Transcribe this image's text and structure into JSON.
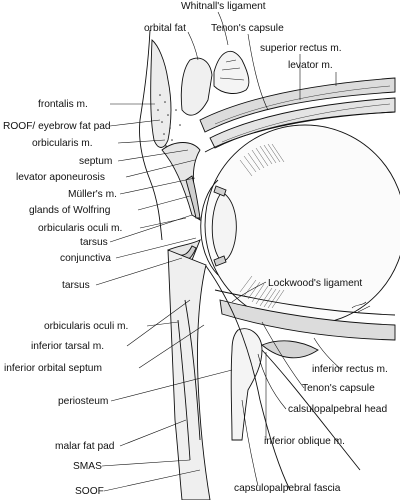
{
  "labels": {
    "whitnalls_ligament": "Whitnall's ligament",
    "orbital_fat": "orbital fat",
    "tenons_capsule_top": "Tenon's capsule",
    "superior_rectus": "superior rectus m.",
    "levator": "levator m.",
    "frontalis": "frontalis m.",
    "roof_eyebrow_fat_pad": "ROOF/ eyebrow fat pad",
    "orbicularis": "orbicularis m.",
    "septum": "septum",
    "levator_aponeurosis": "levator aponeurosis",
    "mullers": "Müller's m.",
    "glands_of_wolfring": "glands of Wolfring",
    "orbicularis_oculi_upper": "orbicularis oculi m.",
    "tarsus_upper": "tarsus",
    "conjunctiva": "conjunctiva",
    "tarsus_lower": "tarsus",
    "lockwoods_ligament": "Lockwood's ligament",
    "orbicularis_oculi_lower": "orbicularis oculi m.",
    "inferior_tarsal": "inferior tarsal m.",
    "inferior_orbital_septum": "inferior orbital septum",
    "periosteum": "periosteum",
    "inferior_rectus": "inferior rectus m.",
    "tenons_capsule_bottom": "Tenon's capsule",
    "capsulopalpebral_head": "calsulopalpebral head",
    "malar_fat_pad": "malar fat pad",
    "inferior_oblique": "inferior oblique m.",
    "smas": "SMAS",
    "capsulopalpebral_fascia": "capsulopalpebral fascia",
    "soof": "SOOF"
  },
  "colors": {
    "ink": "#111111",
    "tissue": "#e9e9e9",
    "muscle": "#d8d8d8",
    "bone": "#f4f4f4",
    "lens": "#f6f6f6"
  }
}
